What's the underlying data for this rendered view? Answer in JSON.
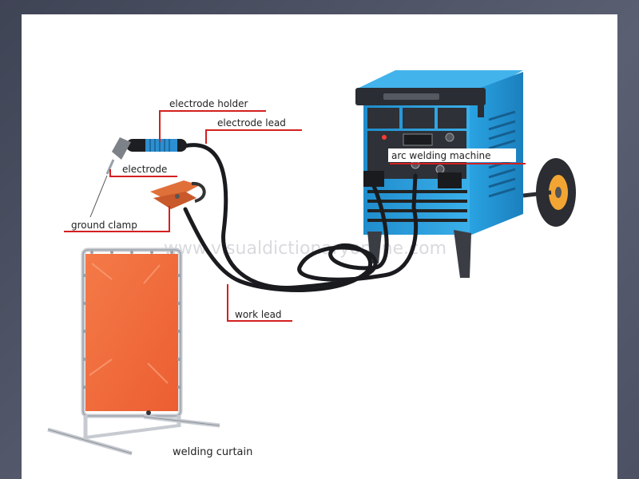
{
  "labels": {
    "electrode_holder": "electrode holder",
    "electrode_lead": "electrode lead",
    "electrode": "electrode",
    "ground_clamp": "ground clamp",
    "arc_welding_machine": "arc welding machine",
    "work_lead": "work lead",
    "welding_curtain": "welding curtain"
  },
  "watermark": "www.visualdictionaryonline.com",
  "colors": {
    "leader_line": "#d32020",
    "machine_blue": "#2b9fdc",
    "curtain_orange": "#f26a3c",
    "clamp_orange": "#e0703a"
  }
}
